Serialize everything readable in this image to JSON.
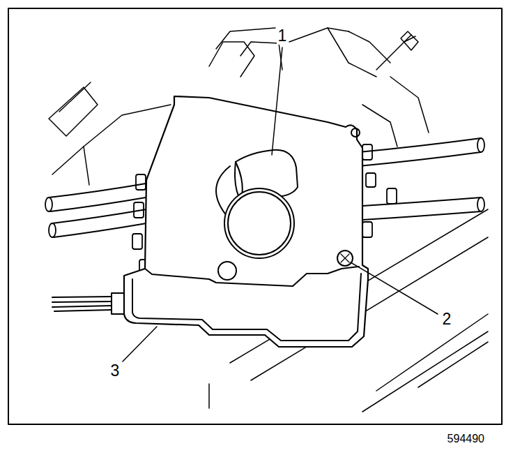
{
  "diagram": {
    "labels": [
      "1",
      "2",
      "3",
      "594490"
    ]
  }
}
